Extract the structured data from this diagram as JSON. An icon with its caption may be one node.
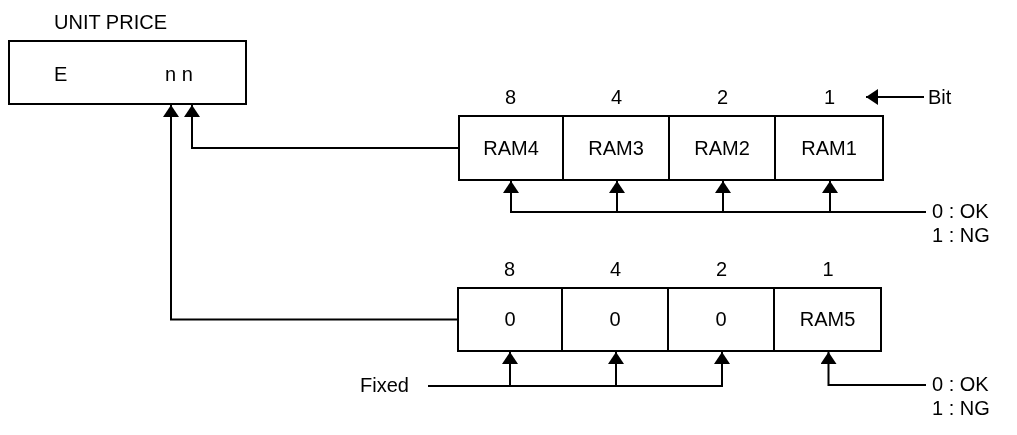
{
  "diagram": {
    "nodes": [
      {
        "text": [
          "UNIT PRICE",
          "E",
          "n n"
        ]
      },
      {
        "text": [
          "Bit"
        ]
      },
      {
        "text": [
          "RAM4"
        ],
        "beside": [
          "8"
        ]
      },
      {
        "text": [
          "RAM3"
        ],
        "beside": [
          "4"
        ]
      },
      {
        "text": [
          "RAM2"
        ],
        "beside": [
          "2"
        ]
      },
      {
        "text": [
          "RAM1"
        ],
        "beside": [
          "1"
        ]
      },
      {
        "text": [
          "0 : OK",
          "1 : NG"
        ]
      },
      {
        "text": [
          "0"
        ],
        "beside": [
          "8"
        ]
      },
      {
        "text": [
          "0"
        ],
        "beside": [
          "4"
        ]
      },
      {
        "text": [
          "0"
        ],
        "beside": [
          "2"
        ]
      },
      {
        "text": [
          "RAM5"
        ],
        "beside": [
          "1"
        ]
      },
      {
        "text": [
          "Fixed"
        ]
      },
      {
        "text": [
          "0 : OK",
          "1 : NG"
        ]
      }
    ],
    "edges": [
      {
        "from": 2,
        "to": 0,
        "arrow": "to"
      },
      {
        "from": 7,
        "to": 0,
        "arrow": "to"
      },
      {
        "from": 6,
        "to": 2,
        "arrow": "to"
      },
      {
        "from": 6,
        "to": 3,
        "arrow": "to"
      },
      {
        "from": 6,
        "to": 4,
        "arrow": "to"
      },
      {
        "from": 6,
        "to": 5,
        "arrow": "to"
      },
      {
        "from": 11,
        "to": 7,
        "arrow": "to"
      },
      {
        "from": 11,
        "to": 8,
        "arrow": "to"
      },
      {
        "from": 11,
        "to": 9,
        "arrow": "to"
      },
      {
        "from": 12,
        "to": 10,
        "arrow": "to"
      },
      {
        "from": 1,
        "to": 5,
        "arrow": "to"
      }
    ]
  }
}
